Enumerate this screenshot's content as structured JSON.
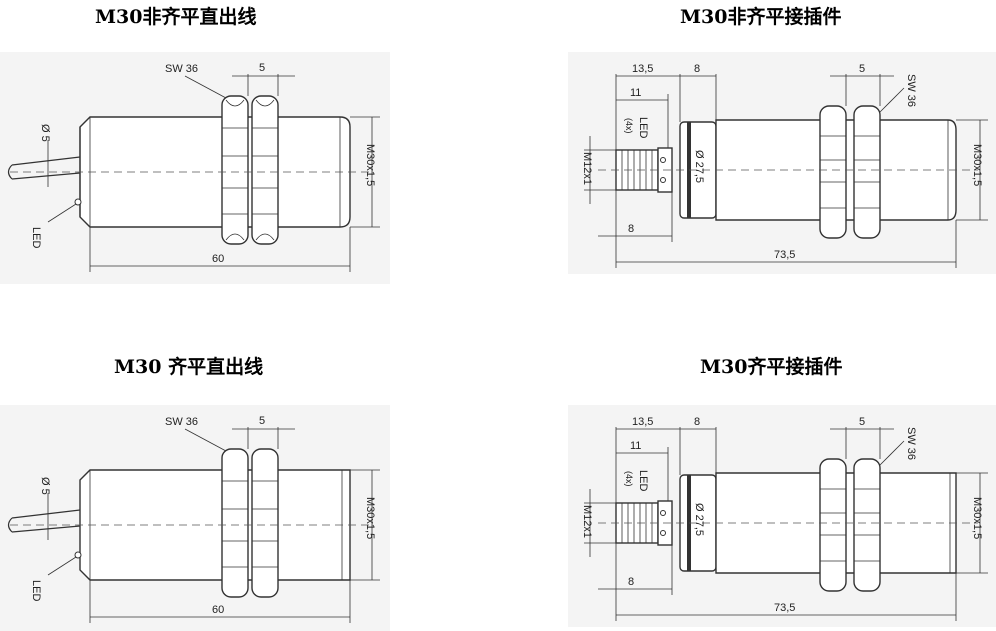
{
  "diagrams": [
    {
      "title": "M30非齐平直出线",
      "labels": {
        "wrench": "SW 36",
        "nut_width": "5",
        "cable_dia": "Ø 5",
        "thread": "M30x1,5",
        "length": "60",
        "led": "LED"
      }
    },
    {
      "title": "M30非齐平接插件",
      "labels": {
        "wrench": "SW 36",
        "nut_width": "5",
        "dim_135": "13,5",
        "dim_8_top": "8",
        "dim_11": "11",
        "led": "LED",
        "led_count": "(4x)",
        "connector": "M12x1",
        "collar_dia": "Ø 27,5",
        "thread": "M30x1,5",
        "dim_8_bottom": "8",
        "length": "73,5"
      }
    },
    {
      "title": "M30 齐平直出线",
      "labels": {
        "wrench": "SW 36",
        "nut_width": "5",
        "cable_dia": "Ø 5",
        "thread": "M30x1,5",
        "length": "60",
        "led": "LED"
      }
    },
    {
      "title": "M30齐平接插件",
      "labels": {
        "wrench": "SW 36",
        "nut_width": "5",
        "dim_135": "13,5",
        "dim_8_top": "8",
        "dim_11": "11",
        "led": "LED",
        "led_count": "(4x)",
        "connector": "M12x1",
        "collar_dia": "Ø 27,5",
        "thread": "M30x1,5",
        "dim_8_bottom": "8",
        "length": "73,5"
      }
    }
  ]
}
